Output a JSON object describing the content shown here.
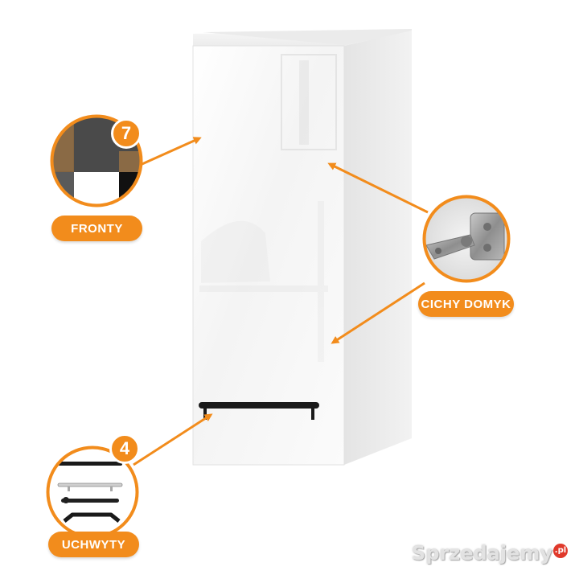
{
  "fronts": {
    "count": "7",
    "label": "FRONTY"
  },
  "hinge": {
    "label": "CICHY DOMYK"
  },
  "handles": {
    "count": "4",
    "label": "UCHWYTY"
  },
  "watermark": {
    "text": "Sprzedajemy",
    "suffix": ".pl"
  },
  "colors": {
    "accent": "#f28c1c",
    "cabinet": "#ffffff",
    "handle": "#1a1a1a",
    "swatch_wood": "#8a6a45",
    "swatch_graphite": "#4a4a4a",
    "swatch_white": "#ffffff",
    "swatch_black": "#111111"
  }
}
